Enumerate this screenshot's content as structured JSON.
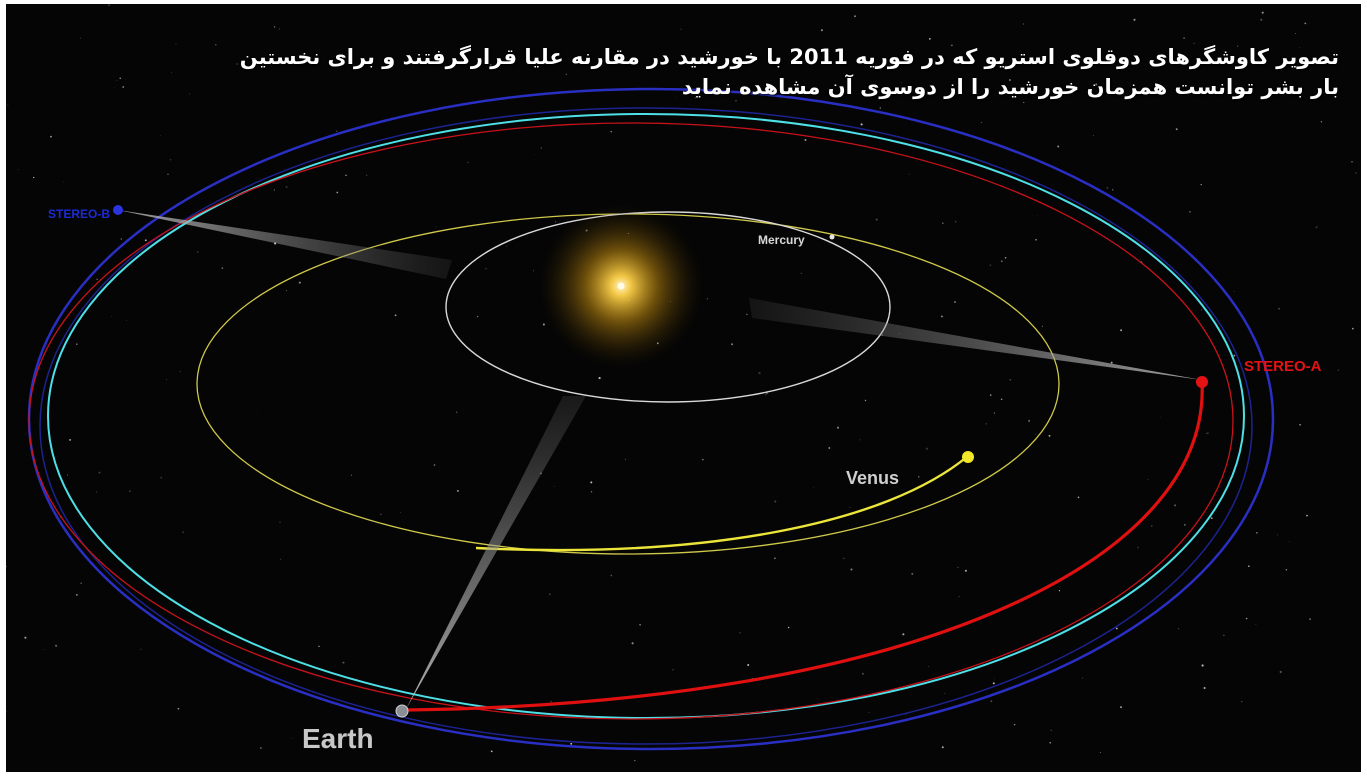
{
  "caption": {
    "line1": "تصویر کاوشگرهای دوقلوی استریو که در فوریه 2011 با خورشید در مقارنه علیا قرارگرفتند و برای نخستین",
    "line2": "بار بشر توانست همزمان خورشید را از دوسوی آن مشاهده نماید"
  },
  "labels": {
    "mercury": "Mercury",
    "venus": "Venus",
    "earth": "Earth",
    "stereo_a": "STEREO-A",
    "stereo_b": "STEREO-B"
  },
  "colors": {
    "background": "#050505",
    "sun": "#ffd24a",
    "mercury_orbit": "#d9d9d9",
    "venus_orbit": "#e8e23a",
    "venus_planet": "#f2e829",
    "earth_orbit": "#4ee0e6",
    "stereo_a_orbit": "#e01010",
    "stereo_b_orbit": "#2a2fc4",
    "stereo_a_label": "#e41212",
    "stereo_b_label": "#1d2bd6"
  }
}
